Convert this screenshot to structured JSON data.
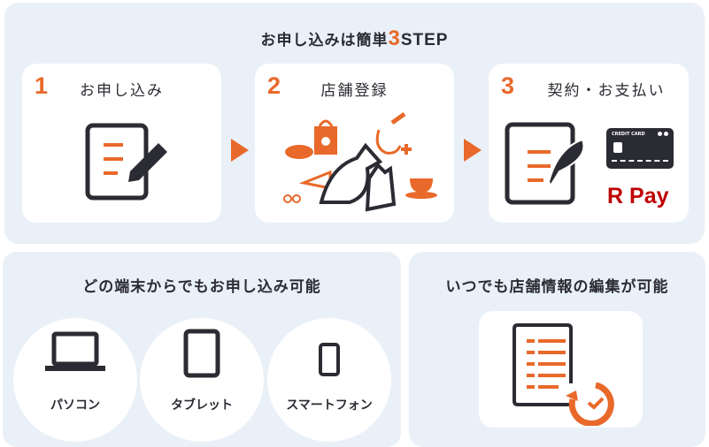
{
  "top": {
    "title": "お申し込みは簡単",
    "title_num": "3",
    "title_suffix": "STEP",
    "steps": [
      {
        "num": "1",
        "label": "お申し込み",
        "icon": "document-pen-icon"
      },
      {
        "num": "2",
        "label": "店舗登録",
        "icon": "pet-services-icon"
      },
      {
        "num": "3",
        "label": "契約・お支払い",
        "icon": "contract-sign-icon",
        "card_text": "CREDIT CARD",
        "brand": "Pay",
        "brand_letter": "R"
      }
    ]
  },
  "devices": {
    "title": "どの端末からでもお申し込み可能",
    "items": [
      {
        "label": "パソコン",
        "icon": "laptop-icon"
      },
      {
        "label": "タブレット",
        "icon": "tablet-icon"
      },
      {
        "label": "スマートフォン",
        "icon": "smartphone-icon"
      }
    ]
  },
  "edit": {
    "title": "いつでも店舗情報の編集が可能",
    "icon": "document-update-icon"
  },
  "colors": {
    "accent": "#e8692a",
    "dark": "#2b2b33",
    "panel": "#e9f0f8",
    "rpay": "#bf0000"
  }
}
